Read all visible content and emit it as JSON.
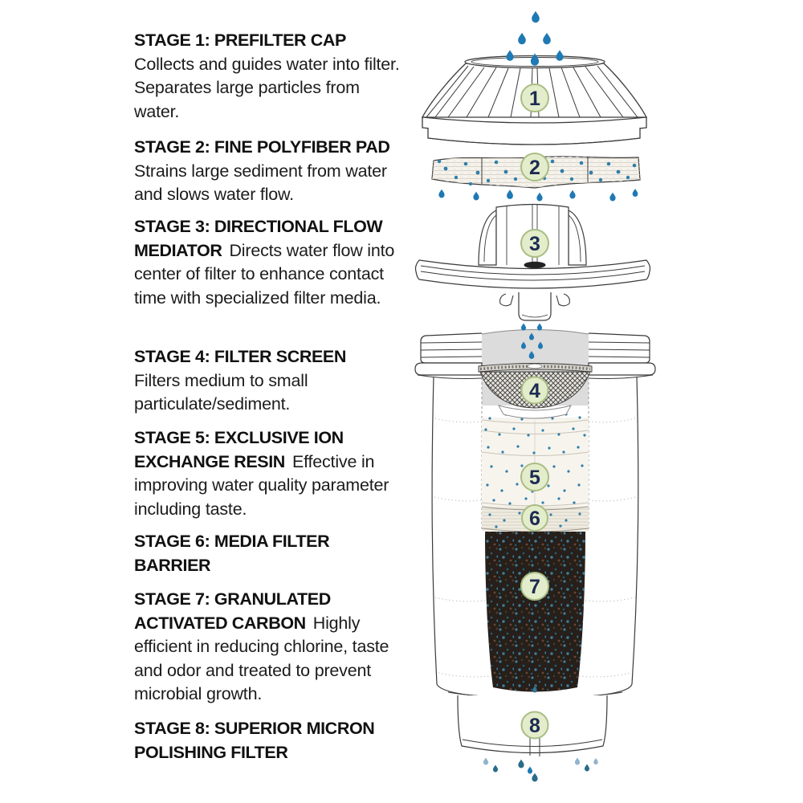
{
  "stages": [
    {
      "num": "1",
      "heading": "STAGE 1: PREFILTER CAP",
      "body": "Collects and guides water into filter. Separates large particles from water."
    },
    {
      "num": "2",
      "heading": "STAGE 2: FINE POLYFIBER PAD",
      "body": "Strains large sediment from water and slows water flow."
    },
    {
      "num": "3",
      "heading": "STAGE 3: DIRECTIONAL FLOW MEDIATOR",
      "body": "Directs water flow into center of filter to enhance contact time with specialized filter media."
    },
    {
      "num": "4",
      "heading": "STAGE 4: FILTER SCREEN",
      "body": "Filters medium to small particulate/sediment."
    },
    {
      "num": "5",
      "heading": "STAGE 5: EXCLUSIVE ION EXCHANGE RESIN",
      "body": "Effective in improving water quality parameter including taste."
    },
    {
      "num": "6",
      "heading": "STAGE 6: MEDIA FILTER BARRIER",
      "body": ""
    },
    {
      "num": "7",
      "heading": "STAGE 7: GRANULATED ACTIVATED CARBON",
      "body": "Highly efficient in reducing chlorine, taste and odor and treated to prevent microbial growth."
    },
    {
      "num": "8",
      "heading": "STAGE 8: SUPERIOR MICRON POLISHING FILTER",
      "body": ""
    }
  ],
  "colors": {
    "badge_fill": "#e3edcb",
    "badge_border": "#a9bd83",
    "badge_number": "#1d2b52",
    "droplet_blue": "#1f79b4",
    "droplet_pale": "#8fb4cc",
    "dot_teal": "#2f7fa8",
    "line_art": "#3a3a3a",
    "carbon_dark": "#261f1a"
  }
}
